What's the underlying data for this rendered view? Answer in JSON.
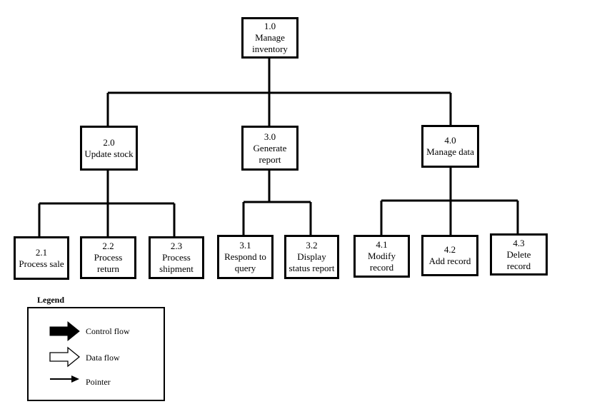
{
  "nodes": {
    "root": {
      "id": "1.0",
      "label": [
        "Manage",
        "inventory"
      ]
    },
    "n2": {
      "id": "2.0",
      "label": [
        "Update stock"
      ]
    },
    "n3": {
      "id": "3.0",
      "label": [
        "Generate",
        "report"
      ]
    },
    "n4": {
      "id": "4.0",
      "label": [
        "Manage data"
      ]
    },
    "n21": {
      "id": "2.1",
      "label": [
        "Process sale"
      ]
    },
    "n22": {
      "id": "2.2",
      "label": [
        "Process",
        "return"
      ]
    },
    "n23": {
      "id": "2.3",
      "label": [
        "Process",
        "shipment"
      ]
    },
    "n31": {
      "id": "3.1",
      "label": [
        "Respond to",
        "query"
      ]
    },
    "n32": {
      "id": "3.2",
      "label": [
        "Display",
        "status report"
      ]
    },
    "n41": {
      "id": "4.1",
      "label": [
        "Modify",
        "record"
      ]
    },
    "n42": {
      "id": "4.2",
      "label": [
        "Add record"
      ]
    },
    "n43": {
      "id": "4.3",
      "label": [
        "Delete",
        "record"
      ]
    }
  },
  "legend": {
    "title": "Legend",
    "control_flow": "Control flow",
    "data_flow": "Data flow",
    "pointer": "Pointer"
  }
}
